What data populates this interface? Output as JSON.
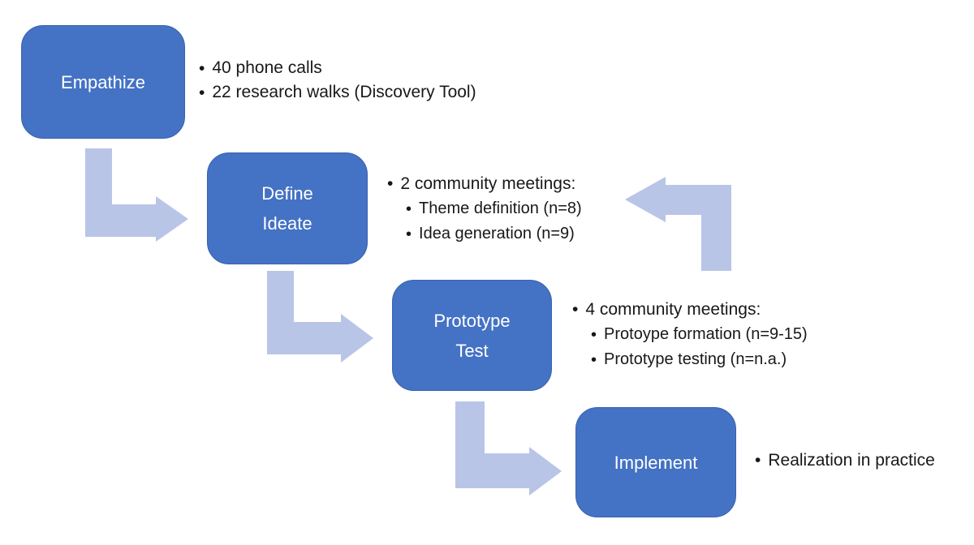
{
  "title": "Design thinking process flow",
  "bullet_glyph": "•",
  "colors": {
    "box_fill": "#4472C4",
    "box_border": "#3A62AE",
    "box_text": "#FFFFFF",
    "arrow_fill": "#B9C5E7",
    "text": "#181818",
    "background": "#FFFFFF"
  },
  "stages": [
    {
      "label_lines": [
        "Empathize"
      ],
      "notes": [
        {
          "level": 1,
          "text": "40 phone calls"
        },
        {
          "level": 1,
          "text": "22 research walks (Discovery Tool)"
        }
      ]
    },
    {
      "label_lines": [
        "Define",
        "Ideate"
      ],
      "notes": [
        {
          "level": 1,
          "text": "2 community meetings:"
        },
        {
          "level": 2,
          "text": "Theme definition (n=8)"
        },
        {
          "level": 2,
          "text": "Idea generation (n=9)"
        }
      ]
    },
    {
      "label_lines": [
        "Prototype",
        "Test"
      ],
      "notes": [
        {
          "level": 1,
          "text": "4 community meetings:"
        },
        {
          "level": 2,
          "text": "Protoype formation (n=9-15)"
        },
        {
          "level": 2,
          "text": "Prototype testing (n=n.a.)"
        }
      ]
    },
    {
      "label_lines": [
        "Implement"
      ],
      "notes": [
        {
          "level": 1,
          "text": "Realization in practice"
        }
      ]
    }
  ],
  "arrows": [
    {
      "name": "empathize-to-define-ideate",
      "direction": "down-then-right"
    },
    {
      "name": "define-ideate-to-prototype-test",
      "direction": "down-then-right"
    },
    {
      "name": "prototype-test-to-implement",
      "direction": "down-then-right"
    },
    {
      "name": "test-feedback-to-define-ideate",
      "direction": "up-then-left"
    }
  ]
}
